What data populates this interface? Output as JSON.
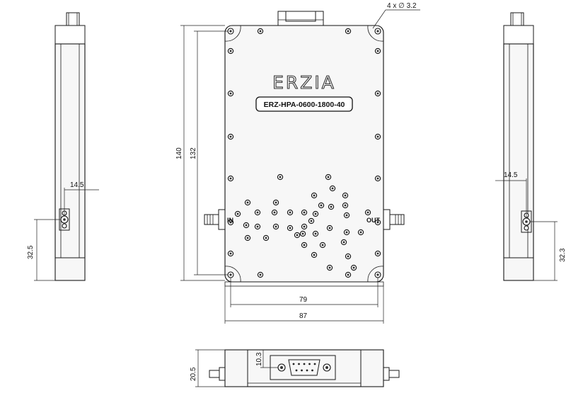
{
  "product": {
    "brand": "ERZIA",
    "model": "ERZ-HPA-0600-1800-40"
  },
  "ports": {
    "input": "IN",
    "output": "OUT"
  },
  "dimensions": {
    "holes": "4 x ∅ 3.2",
    "height_total": "140",
    "height_holes": "132",
    "width_holes": "79",
    "width_total": "87",
    "left_side_offset": "14.5",
    "left_side_height": "32.5",
    "right_side_offset": "14.5",
    "right_side_height": "32.3",
    "bottom_thickness": "20.5",
    "connector_height": "10.3"
  },
  "colors": {
    "line": "#1a1a1a",
    "background": "#ffffff",
    "face": "#f7f7f7"
  }
}
